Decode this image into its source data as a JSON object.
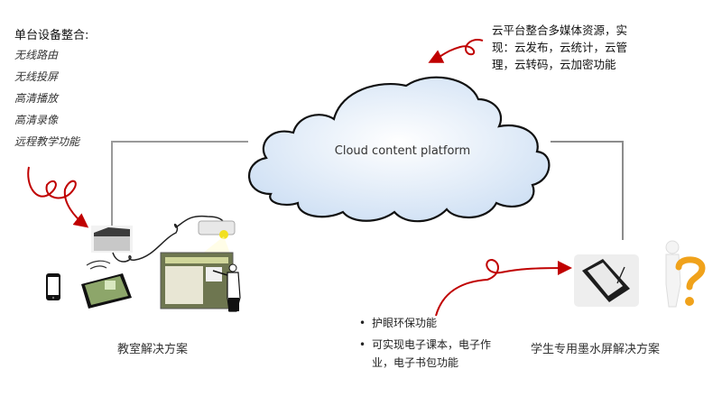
{
  "left_panel": {
    "title": "单台设备整合:",
    "features": [
      "无线路由",
      "无线投屏",
      "高清播放",
      "高清录像",
      "远程教学功能"
    ]
  },
  "cloud": {
    "label": "Cloud content platform",
    "note": "云平台整合多媒体资源，实现：云发布，云统计，云管理，云转码，云加密功能"
  },
  "classroom": {
    "caption": "教室解决方案",
    "devices": [
      "mini-pc-box-icon",
      "projector-icon",
      "smartphone-icon",
      "tablet-icon",
      "interactive-whiteboard-icon",
      "teacher-figure-icon"
    ]
  },
  "student": {
    "caption": "学生专用墨水屏解决方案",
    "bullets": [
      "护眼环保功能",
      "可实现电子课本，电子作业，电子书包功能"
    ],
    "devices": [
      "e-ink-reader-icon",
      "thinking-person-question-icon"
    ]
  },
  "colors": {
    "annotation_arrow": "#c00000",
    "connector_line": "#8c8c8c",
    "cloud_fill": "#dde9f7",
    "cloud_stroke": "#111111"
  }
}
